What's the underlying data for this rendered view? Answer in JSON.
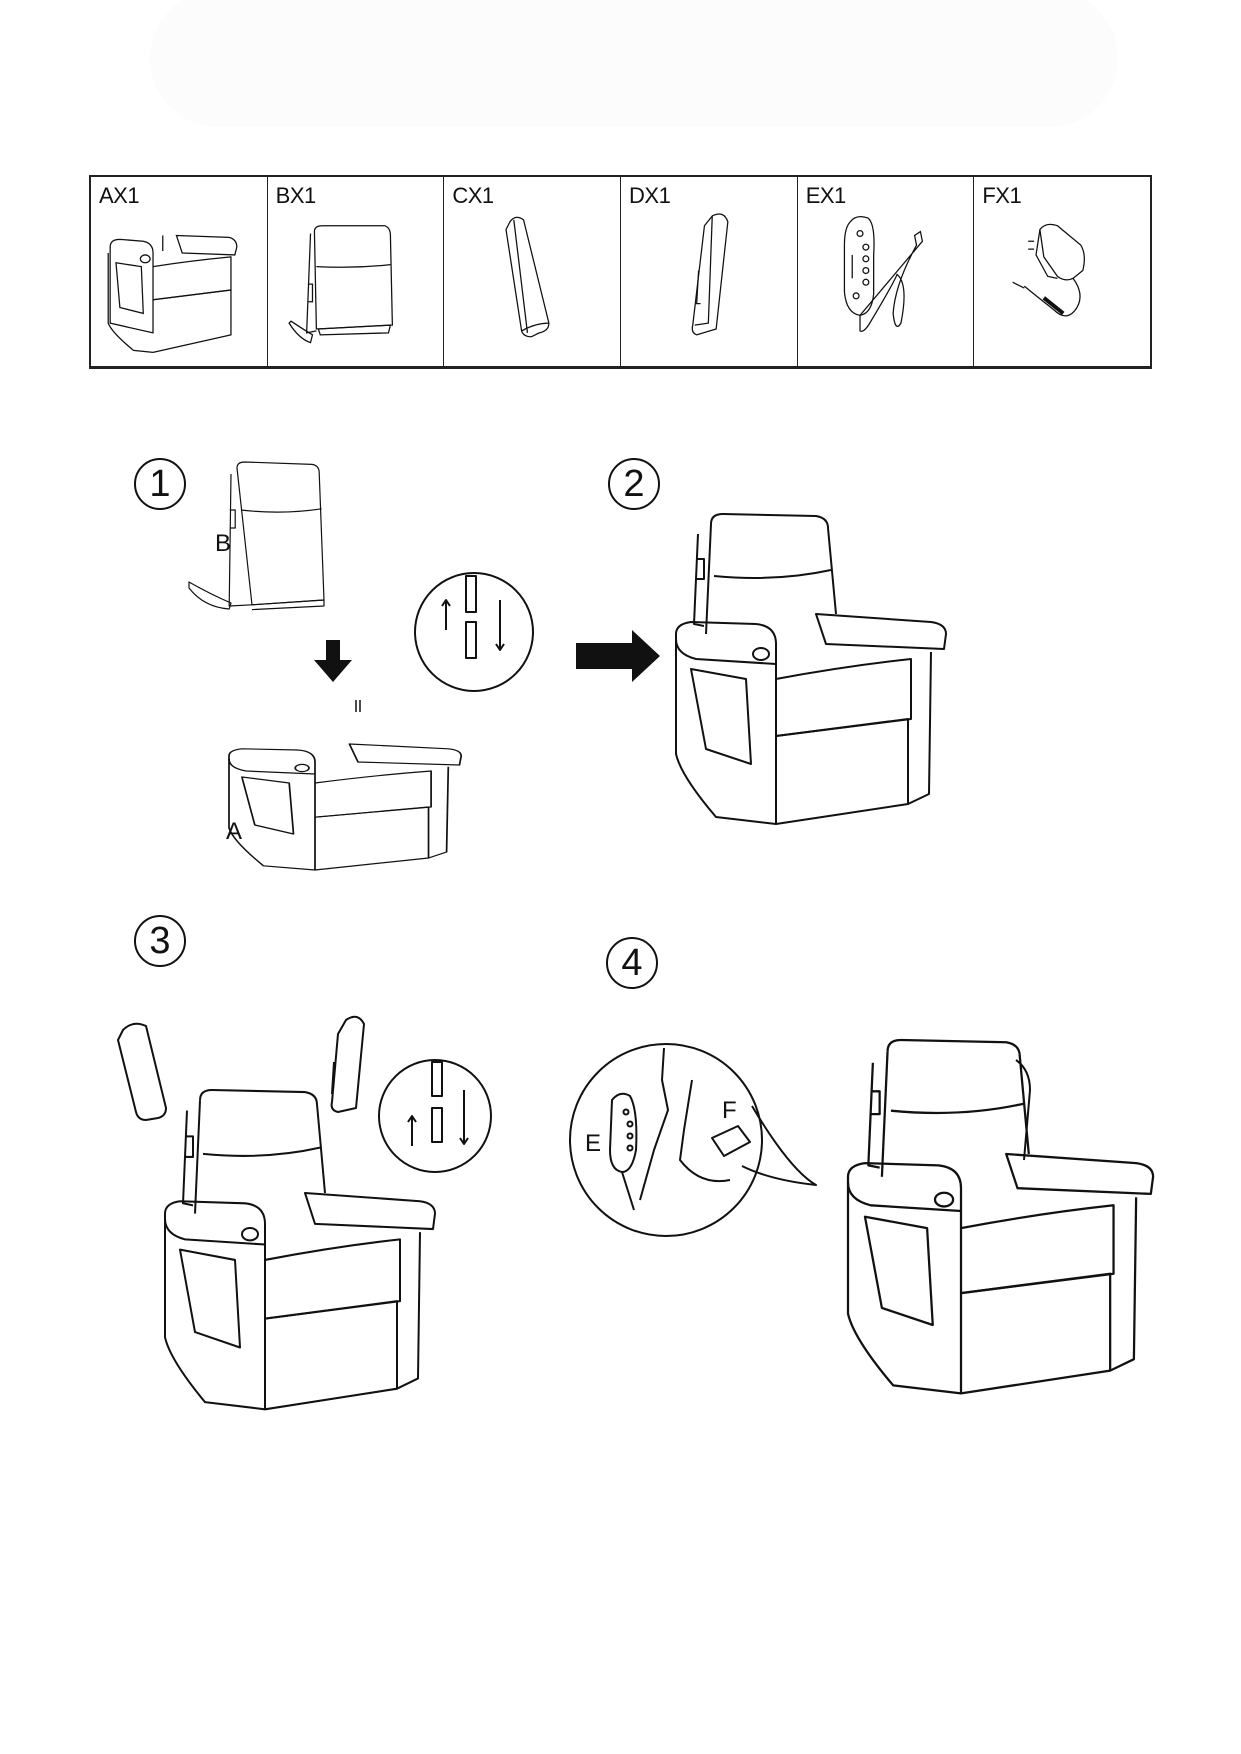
{
  "parts": [
    {
      "label": "AX1",
      "name": "seat-base"
    },
    {
      "label": "BX1",
      "name": "backrest"
    },
    {
      "label": "CX1",
      "name": "armrest-pad-left"
    },
    {
      "label": "DX1",
      "name": "armrest-pad-right"
    },
    {
      "label": "EX1",
      "name": "hand-controller"
    },
    {
      "label": "FX1",
      "name": "power-adapter"
    }
  ],
  "steps": [
    {
      "number": "1",
      "labels": [
        "B",
        "A"
      ]
    },
    {
      "number": "2"
    },
    {
      "number": "3"
    },
    {
      "number": "4",
      "labels": [
        "E",
        "F"
      ]
    }
  ],
  "colors": {
    "line": "#111111",
    "background": "#ffffff"
  }
}
